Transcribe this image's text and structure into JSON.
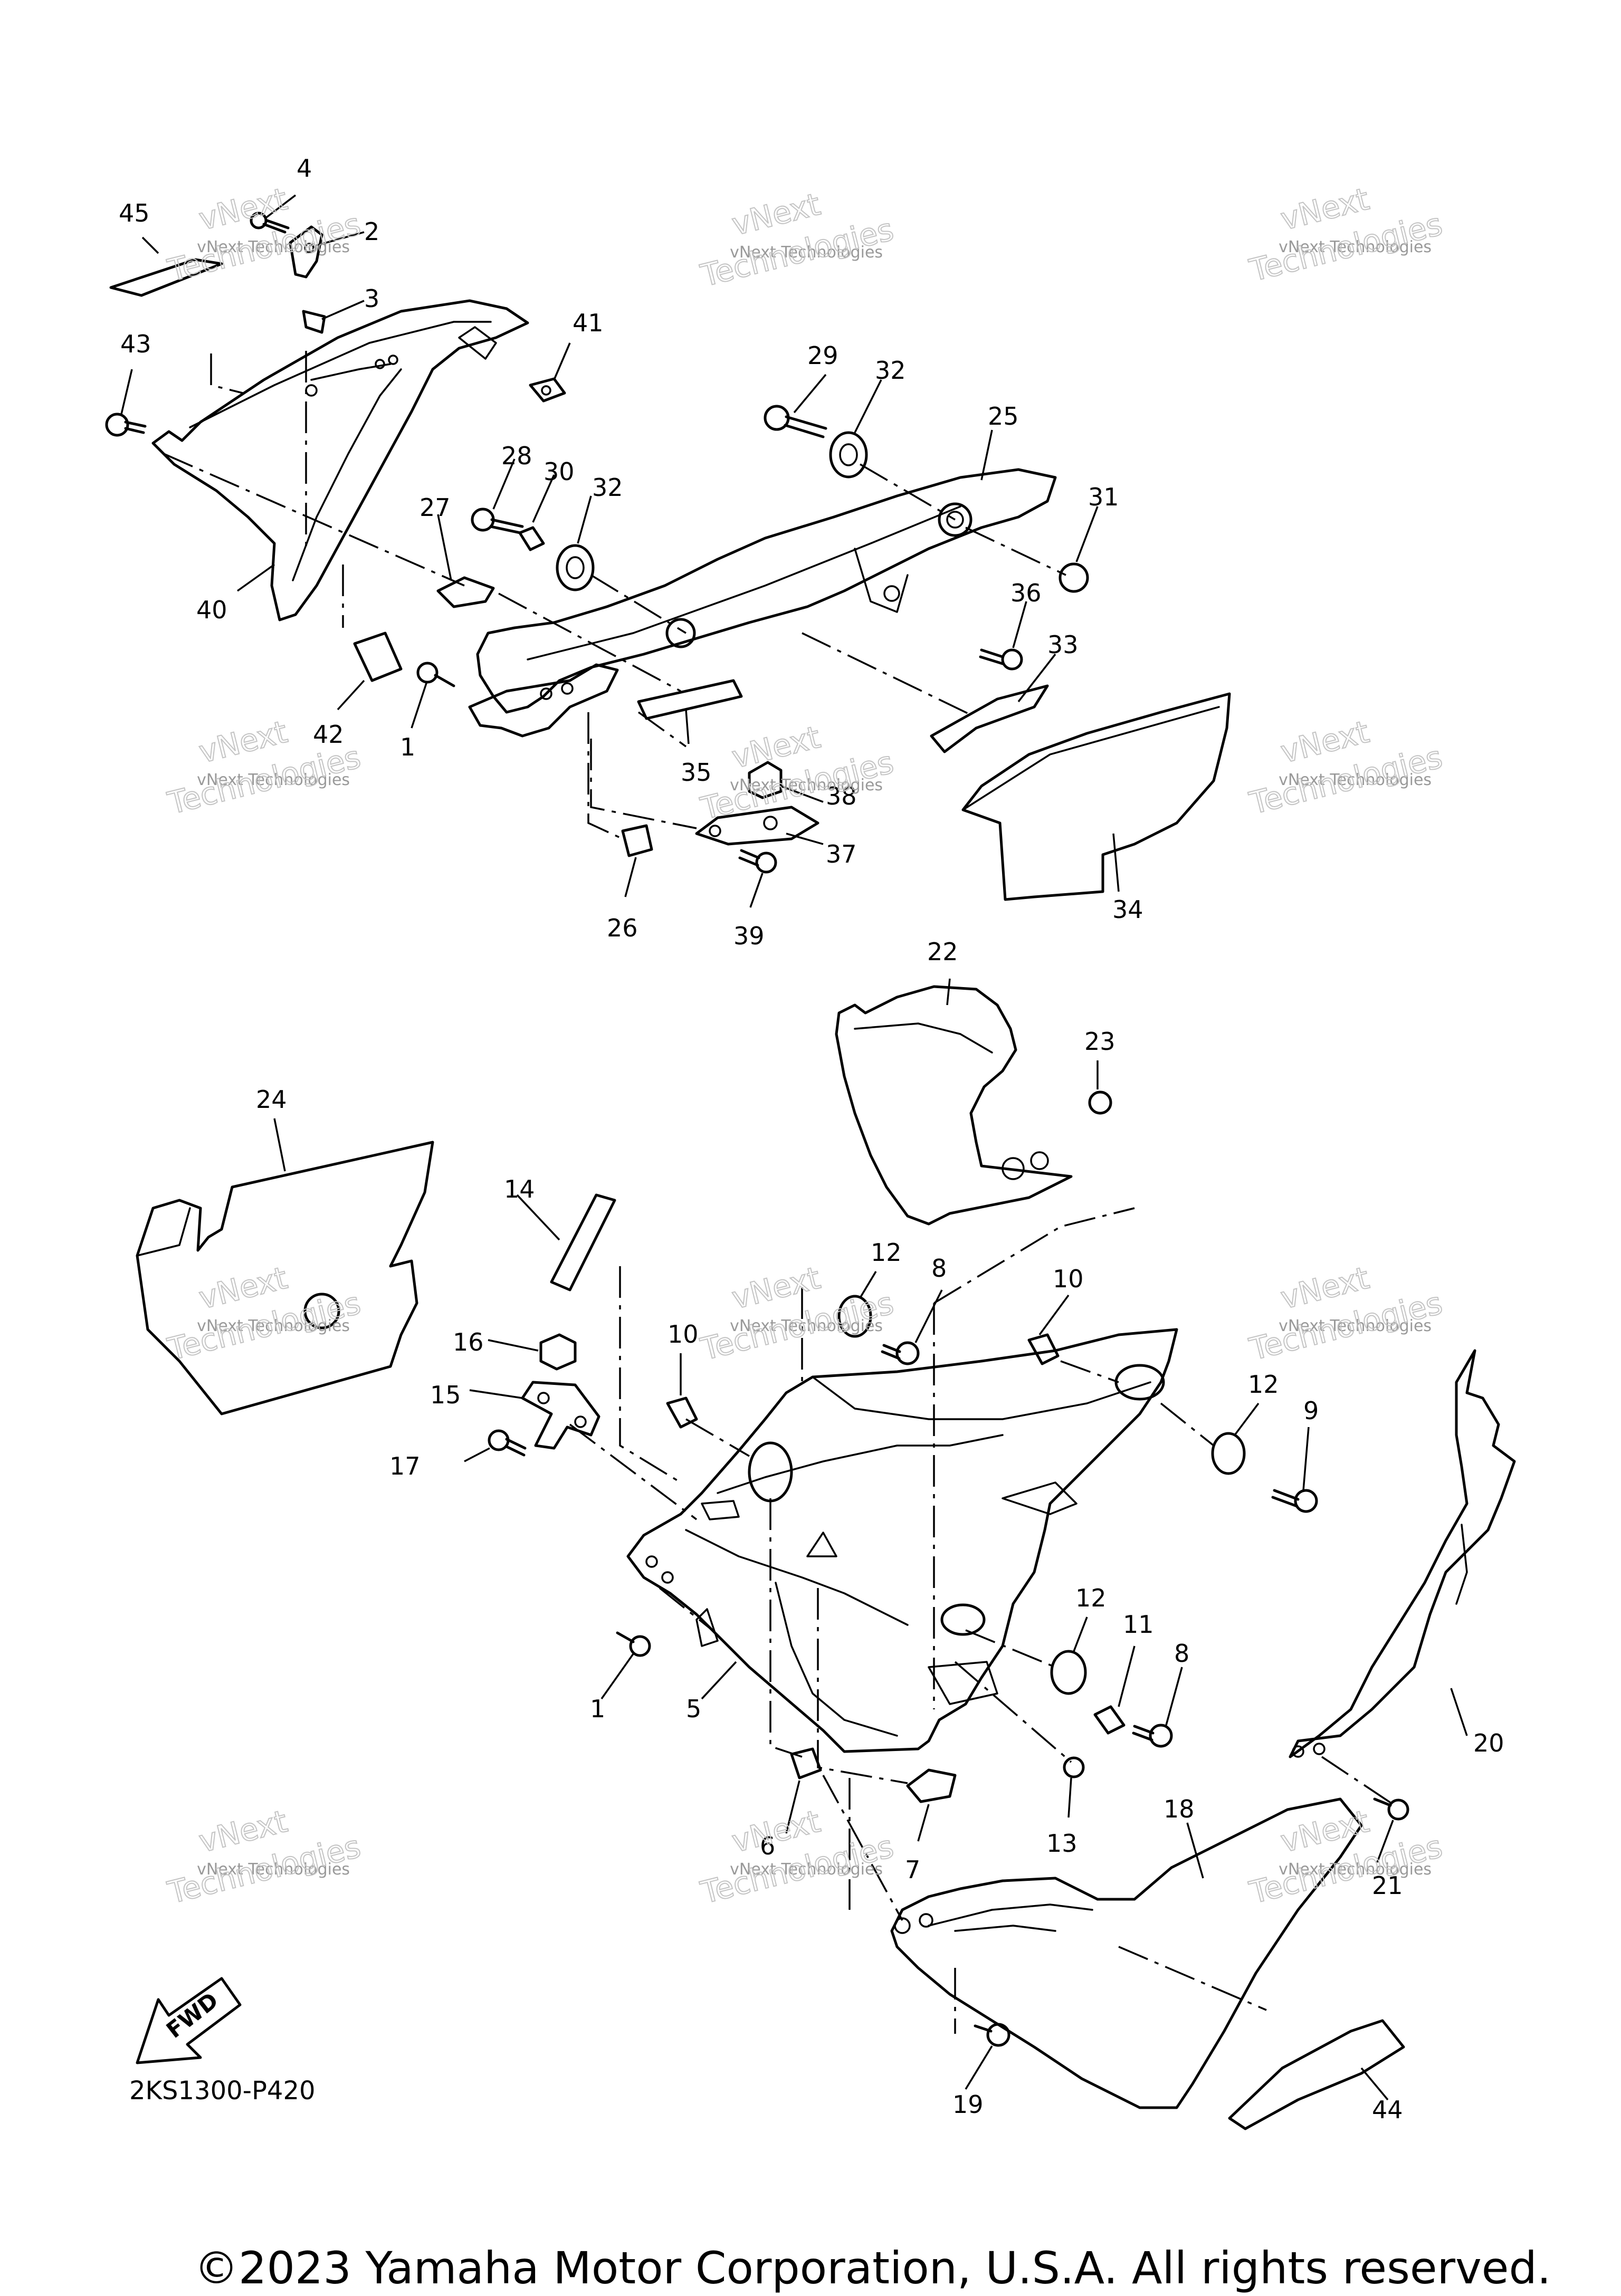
{
  "diagram": {
    "callouts": [
      {
        "id": "c4",
        "label": "4"
      },
      {
        "id": "c2",
        "label": "2"
      },
      {
        "id": "c45",
        "label": "45"
      },
      {
        "id": "c3",
        "label": "3"
      },
      {
        "id": "c43",
        "label": "43"
      },
      {
        "id": "c41",
        "label": "41"
      },
      {
        "id": "c29",
        "label": "29"
      },
      {
        "id": "c32a",
        "label": "32"
      },
      {
        "id": "c25",
        "label": "25"
      },
      {
        "id": "c28",
        "label": "28"
      },
      {
        "id": "c30",
        "label": "30"
      },
      {
        "id": "c32b",
        "label": "32"
      },
      {
        "id": "c27",
        "label": "27"
      },
      {
        "id": "c31",
        "label": "31"
      },
      {
        "id": "c36",
        "label": "36"
      },
      {
        "id": "c40",
        "label": "40"
      },
      {
        "id": "c33",
        "label": "33"
      },
      {
        "id": "c42",
        "label": "42"
      },
      {
        "id": "c1a",
        "label": "1"
      },
      {
        "id": "c35",
        "label": "35"
      },
      {
        "id": "c38",
        "label": "38"
      },
      {
        "id": "c37",
        "label": "37"
      },
      {
        "id": "c26",
        "label": "26"
      },
      {
        "id": "c39",
        "label": "39"
      },
      {
        "id": "c34",
        "label": "34"
      },
      {
        "id": "c22",
        "label": "22"
      },
      {
        "id": "c23",
        "label": "23"
      },
      {
        "id": "c24",
        "label": "24"
      },
      {
        "id": "c14",
        "label": "14"
      },
      {
        "id": "c12a",
        "label": "12"
      },
      {
        "id": "c8a",
        "label": "8"
      },
      {
        "id": "c10a",
        "label": "10"
      },
      {
        "id": "c10b",
        "label": "10"
      },
      {
        "id": "c16",
        "label": "16"
      },
      {
        "id": "c15",
        "label": "15"
      },
      {
        "id": "c12b",
        "label": "12"
      },
      {
        "id": "c9",
        "label": "9"
      },
      {
        "id": "c17",
        "label": "17"
      },
      {
        "id": "c12c",
        "label": "12"
      },
      {
        "id": "c11",
        "label": "11"
      },
      {
        "id": "c8b",
        "label": "8"
      },
      {
        "id": "c1b",
        "label": "1"
      },
      {
        "id": "c5",
        "label": "5"
      },
      {
        "id": "c20",
        "label": "20"
      },
      {
        "id": "c13",
        "label": "13"
      },
      {
        "id": "c18",
        "label": "18"
      },
      {
        "id": "c6",
        "label": "6"
      },
      {
        "id": "c7",
        "label": "7"
      },
      {
        "id": "c21",
        "label": "21"
      },
      {
        "id": "c19",
        "label": "19"
      },
      {
        "id": "c44",
        "label": "44"
      }
    ],
    "watermark_big": "vNext",
    "watermark_small": "vNext Technologies",
    "watermark_tech": "Technologies",
    "fwd_label": "FWD",
    "diagram_code": "2KS1300-P420"
  },
  "copyright": "©2023 Yamaha Motor Corporation, U.S.A. All rights reserved."
}
